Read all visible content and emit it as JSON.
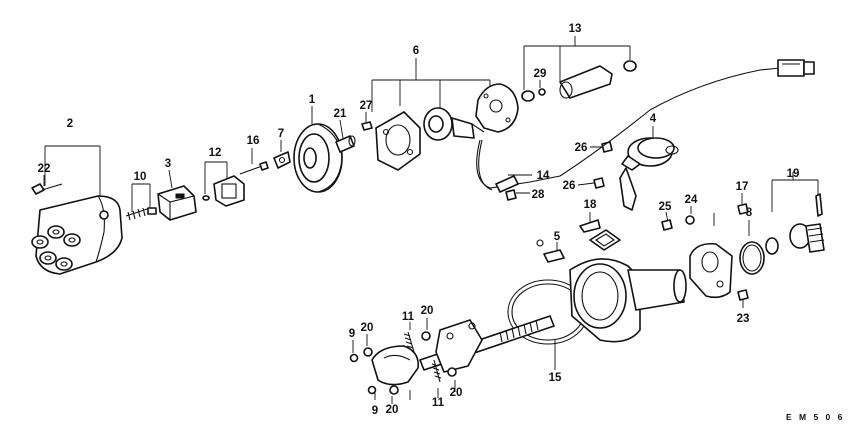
{
  "diagram": {
    "callouts": [
      "1",
      "2",
      "3",
      "4",
      "5",
      "6",
      "7",
      "8",
      "9",
      "9",
      "10",
      "11",
      "11",
      "12",
      "13",
      "14",
      "15",
      "16",
      "17",
      "18",
      "19",
      "20",
      "20",
      "20",
      "20",
      "21",
      "22",
      "23",
      "24",
      "25",
      "26",
      "26",
      "27",
      "28",
      "29"
    ],
    "figure_code": "E M 5 0 6"
  }
}
